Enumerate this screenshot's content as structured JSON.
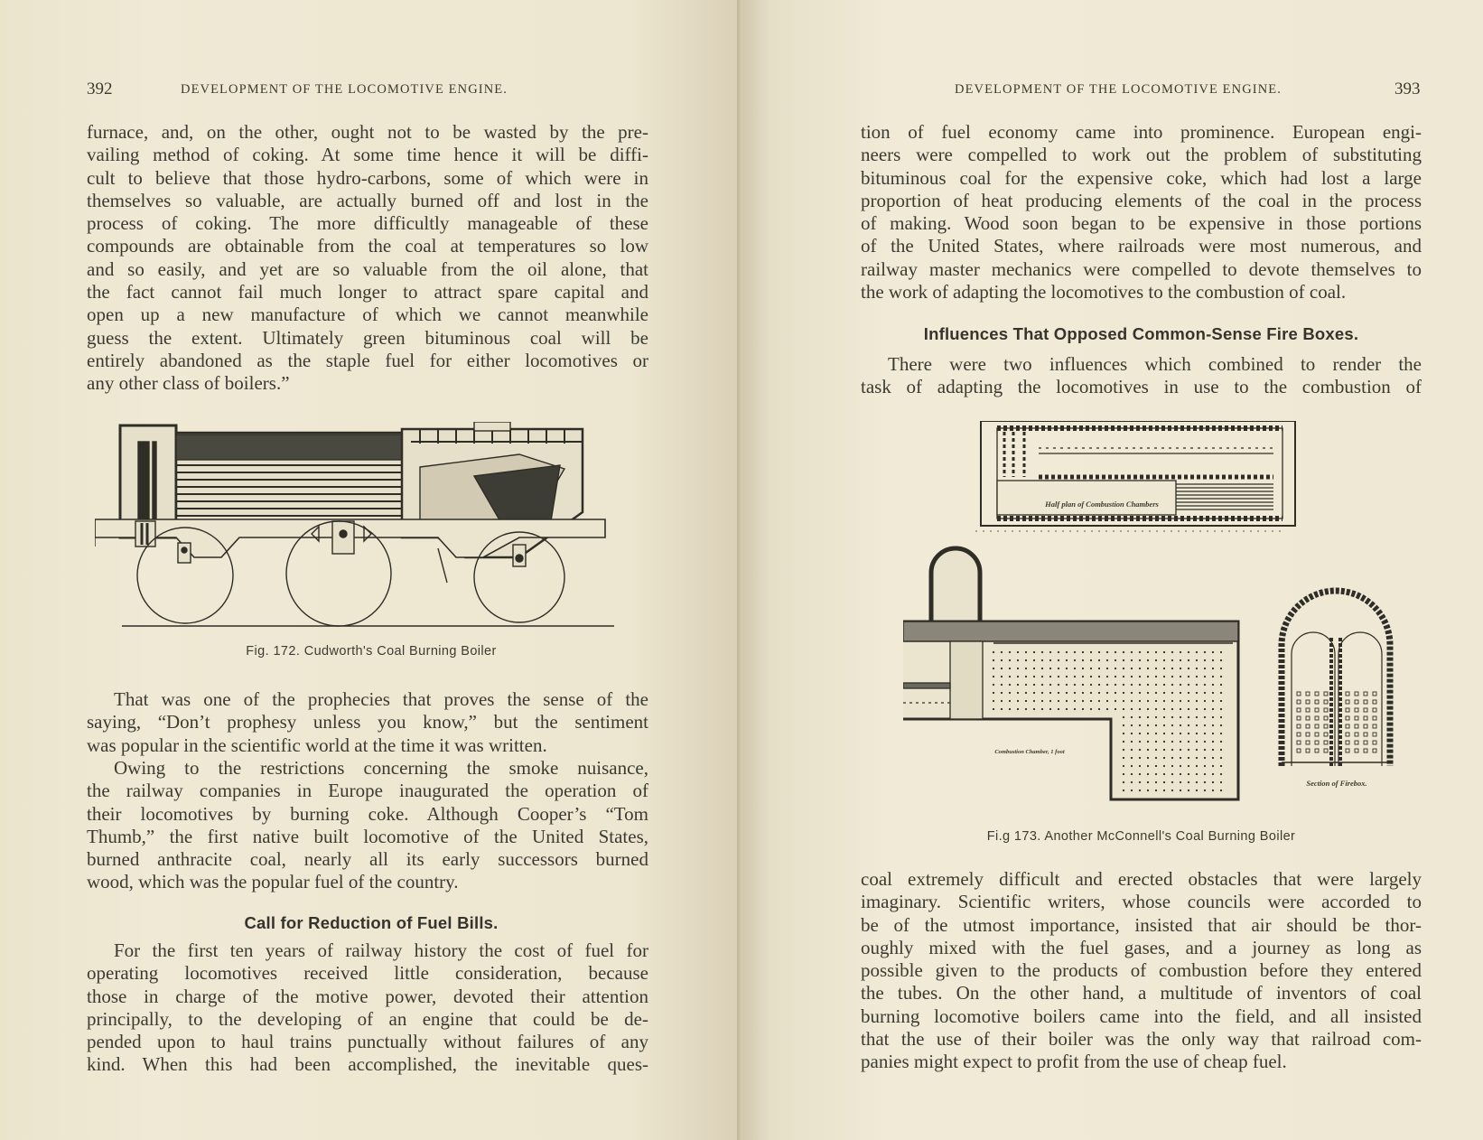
{
  "left_page": {
    "page_number": "392",
    "running_head": "DEVELOPMENT OF THE LOCOMOTIVE ENGINE.",
    "paragraph_1": [
      "furnace, and, on the other, ought not to be wasted by the pre-",
      "vailing method of coking.  At some time hence it will be diffi-",
      "cult to believe that those hydro-carbons, some of which were in",
      "themselves so valuable, are actually burned off and lost in the",
      "process of coking.  The more difficultly manageable of these",
      "compounds are obtainable from the coal at temperatures so low",
      "and so easily, and yet are so valuable from the oil alone, that",
      "the fact cannot fail much longer to attract spare capital and",
      "open up a new manufacture of which we cannot meanwhile",
      "guess the extent.  Ultimately green bituminous coal will be",
      "entirely abandoned as the staple fuel for either locomotives or",
      "any other class of boilers.”"
    ],
    "figure_172": {
      "caption": "Fig. 172.   Cudworth's Coal Burning Boiler"
    },
    "paragraph_2": [
      "That was one of the prophecies that proves the sense of the",
      "saying, “Don’t prophesy unless you know,” but the sentiment",
      "was popular in the scientific world at the time it was written."
    ],
    "paragraph_3": [
      "Owing to the restrictions concerning the smoke nuisance,",
      "the railway companies in Europe inaugurated the operation of",
      "their locomotives by burning coke.  Although Cooper’s “Tom",
      "Thumb,” the first native built locomotive of the United States,",
      "burned anthracite coal, nearly all its early successors burned",
      "wood, which was the popular fuel of the country."
    ],
    "heading": "Call for Reduction of Fuel Bills.",
    "paragraph_4": [
      "For the first ten years of railway history the cost of fuel for",
      "operating locomotives received little consideration, because",
      "those in charge of the motive power, devoted their attention",
      "principally, to the developing of an engine that could be de-",
      "pended upon to haul trains punctually without failures of any",
      "kind.  When this had been accomplished, the inevitable ques-"
    ]
  },
  "right_page": {
    "page_number": "393",
    "running_head": "DEVELOPMENT OF THE LOCOMOTIVE ENGINE.",
    "paragraph_1": [
      "tion of fuel economy came into prominence.  European engi-",
      "neers were compelled to work out the problem of substituting",
      "bituminous coal for the expensive coke, which had lost a large",
      "proportion of heat producing elements of the coal in the process",
      "of making.  Wood soon began to be expensive in those portions",
      "of the United States, where railroads were most numerous, and",
      "railway master mechanics were compelled to devote themselves to",
      "the work of adapting the locomotives to the combustion of coal."
    ],
    "heading": "Influences That Opposed Common-Sense Fire Boxes.",
    "paragraph_2": [
      "There were two influences which combined to render the",
      "task of adapting the locomotives in use to the combustion of"
    ],
    "figure_173": {
      "caption": "Fi.g 173.   Another McConnell's Coal Burning Boiler",
      "label_plan": "Half plan of Combustion Chambers",
      "label_chamber": "Combustion Chamber, 1 foot",
      "label_section": "Section of Firebox."
    },
    "paragraph_3": [
      "coal extremely difficult and erected obstacles that were largely",
      "imaginary.  Scientific writers, whose councils were accorded to",
      "be of the utmost importance, insisted that air should be thor-",
      "oughly mixed with the fuel gases, and a journey as long as",
      "possible given to the products of combustion before they entered",
      "the tubes.  On the other hand, a multitude of inventors of coal",
      "burning locomotive boilers came into the field, and all insisted",
      "that the use of their boiler was the only way that railroad com-",
      "panies might expect to profit from the use of cheap fuel."
    ]
  },
  "colors": {
    "paper": "#eee8d3",
    "ink": "#3b3a32"
  }
}
